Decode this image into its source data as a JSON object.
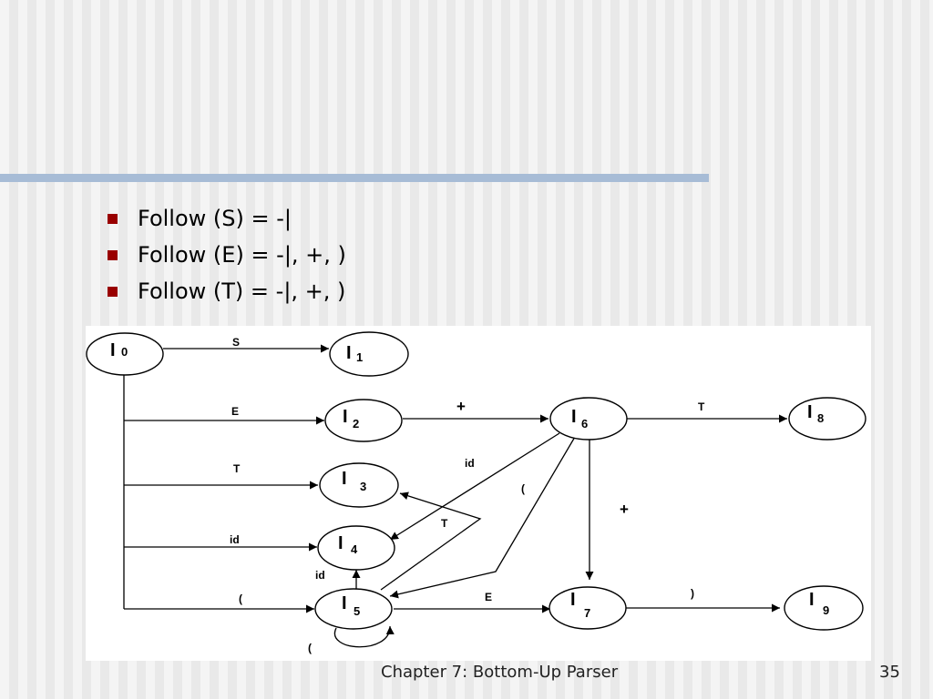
{
  "bullets": [
    "Follow (S) = -|",
    "Follow (E) = -|, +, )",
    "Follow (T) = -|, +, )"
  ],
  "diagram": {
    "states": [
      {
        "id": "I0",
        "main": "I",
        "sub": "0"
      },
      {
        "id": "I1",
        "main": "I",
        "sub": "1"
      },
      {
        "id": "I2",
        "main": "I",
        "sub": "2"
      },
      {
        "id": "I3",
        "main": "I",
        "sub": "3"
      },
      {
        "id": "I4",
        "main": "I",
        "sub": "4"
      },
      {
        "id": "I5",
        "main": "I",
        "sub": "5"
      },
      {
        "id": "I6",
        "main": "I",
        "sub": "6"
      },
      {
        "id": "I7",
        "main": "I",
        "sub": "7"
      },
      {
        "id": "I8",
        "main": "I",
        "sub": "8"
      },
      {
        "id": "I9",
        "main": "I",
        "sub": "9"
      }
    ],
    "transitions": [
      {
        "from": "I0",
        "to": "I1",
        "label": "S"
      },
      {
        "from": "I0",
        "to": "I2",
        "label": "E"
      },
      {
        "from": "I0",
        "to": "I3",
        "label": "T"
      },
      {
        "from": "I0",
        "to": "I4",
        "label": "id"
      },
      {
        "from": "I0",
        "to": "I5",
        "label": "("
      },
      {
        "from": "I2",
        "to": "I6",
        "label": "+"
      },
      {
        "from": "I6",
        "to": "I8",
        "label": "T"
      },
      {
        "from": "I6",
        "to": "I4",
        "label": "id"
      },
      {
        "from": "I6",
        "to": "I5",
        "label": "("
      },
      {
        "from": "I6",
        "to": "I7",
        "label": "+"
      },
      {
        "from": "I5",
        "to": "I3",
        "label": "T"
      },
      {
        "from": "I5",
        "to": "I4",
        "label": "id"
      },
      {
        "from": "I5",
        "to": "I5",
        "label": "("
      },
      {
        "from": "I5",
        "to": "I7",
        "label": "E"
      },
      {
        "from": "I7",
        "to": "I9",
        "label": ")"
      }
    ]
  },
  "footer": {
    "title": "Chapter 7: Bottom-Up Parser",
    "page": "35"
  }
}
